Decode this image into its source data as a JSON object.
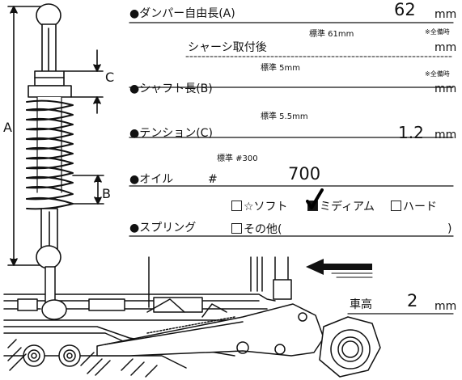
{
  "diagram": {
    "dimension_labels": {
      "a": "A",
      "b": "B",
      "c": "C"
    }
  },
  "form": {
    "damper_length": {
      "label": "●ダンパー自由長(A)",
      "value": "62",
      "unit": "mm"
    },
    "chassis_mount": {
      "label": "シャーシ取付後",
      "standard": "標準 61mm",
      "note": "※全備時",
      "unit": "mm"
    },
    "shaft_length": {
      "label": "●シャフト長(B)",
      "standard": "標準 5mm",
      "note": "※全備時",
      "unit": "mm"
    },
    "tension": {
      "label": "●テンション(C)",
      "standard": "標準 5.5mm",
      "value": "1.2",
      "unit": "mm"
    },
    "oil": {
      "label": "●オイル",
      "hash": "#",
      "standard": "標準 #300",
      "value": "700"
    },
    "spring": {
      "label": "●スプリング",
      "options": [
        {
          "text": "☆ソフト",
          "checked": false
        },
        {
          "text": "ミディアム",
          "checked": true
        },
        {
          "text": "ハード",
          "checked": false
        },
        {
          "text": "その他(",
          "checked": false
        }
      ],
      "close_paren": ")"
    },
    "ride_height": {
      "label": "車高",
      "value": "2",
      "unit": "mm"
    }
  }
}
